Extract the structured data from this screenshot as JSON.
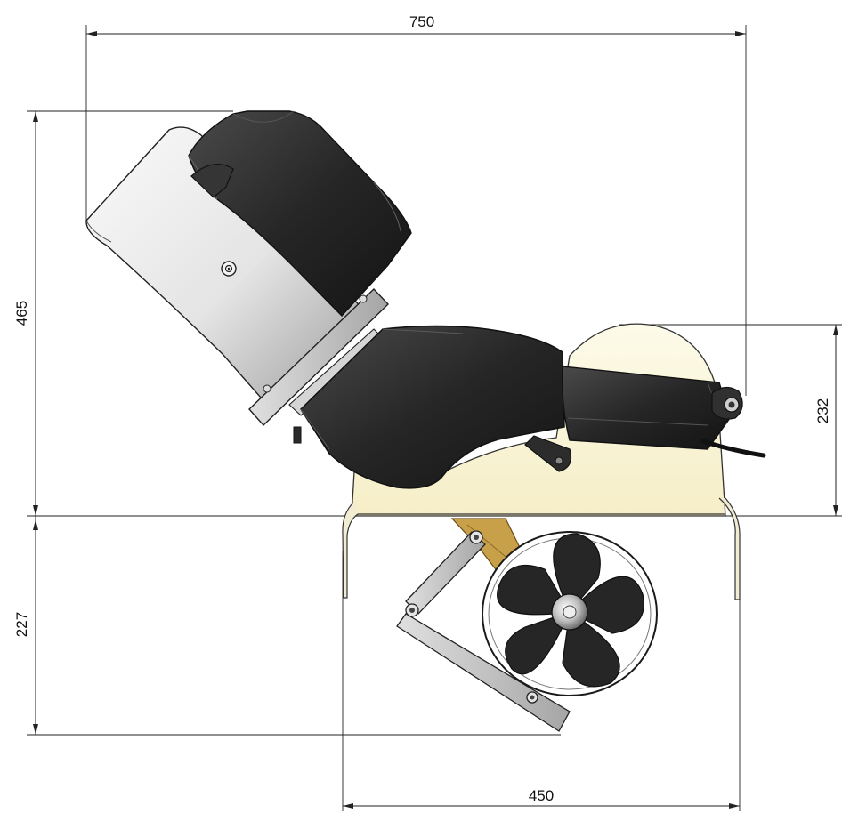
{
  "dimensions": {
    "overall_width": "750",
    "overall_height": "465",
    "side_height": "232",
    "below_depth": "227",
    "bracket_width": "450"
  },
  "colors": {
    "line": "#222222",
    "black_housing": "#2a2a2a",
    "motor_light": "#f2f2f2",
    "motor_dark": "#a8a8a8",
    "cream_panel": "#fbf6dc",
    "bronze": "#c9a04a",
    "steel": "#c8c8c8"
  }
}
